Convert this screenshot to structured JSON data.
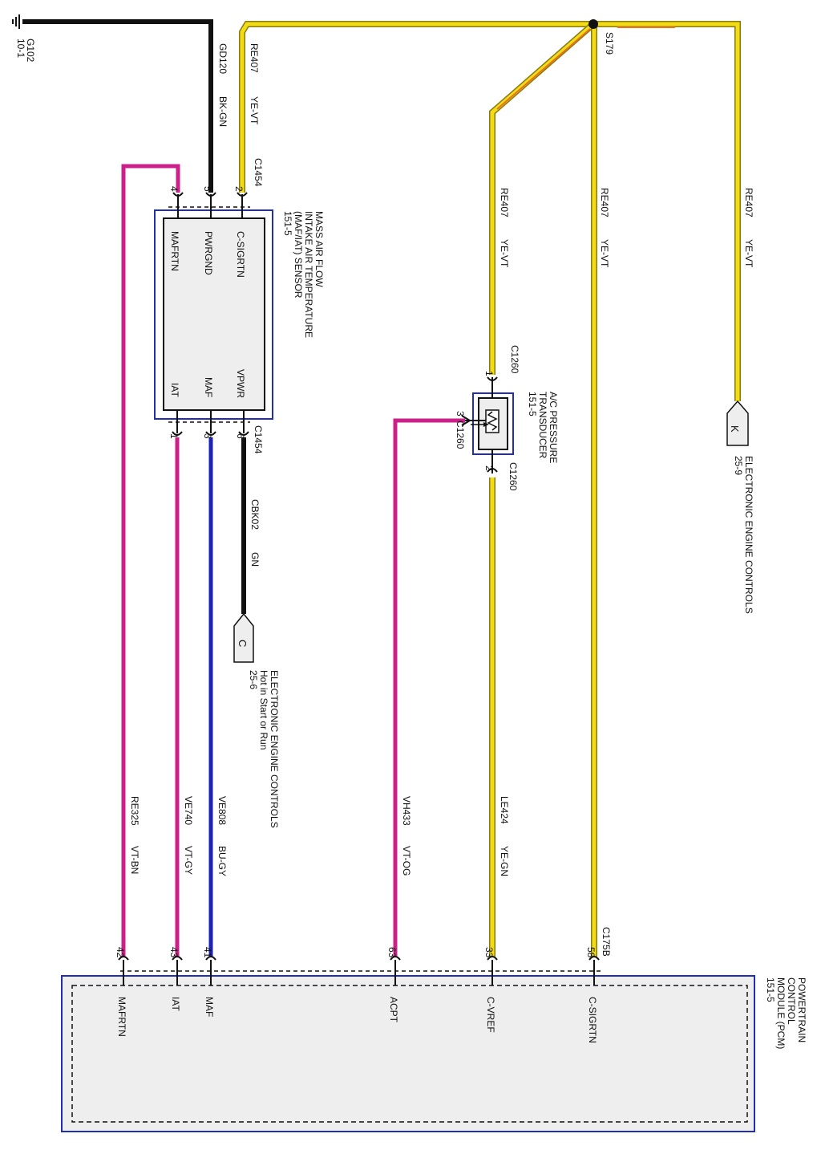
{
  "colors": {
    "black": "#111111",
    "yellow": "#f2dc16",
    "yellow_outline": "#8a7a10",
    "violet": "#cc1f8a",
    "blue": "#1c22b8",
    "orange": "#e8741a",
    "module_fill": "#eeeeee",
    "module_border": "#1f2fb0"
  },
  "ground": {
    "id": "G102",
    "ref": "10-1"
  },
  "splice": {
    "id": "S179"
  },
  "maf_sensor": {
    "title_lines": [
      "MASS AIR FLOW",
      "INTAKE AIR TEMPERATURE",
      "(MAF/IAT) SENSOR",
      "151-5"
    ],
    "connector": "C1454",
    "pins": [
      {
        "num": "2",
        "name": "C-SIGRTN"
      },
      {
        "num": "5",
        "name": "PWRGND"
      },
      {
        "num": "4",
        "name": "MAFRTN"
      },
      {
        "num": "6",
        "name": "VPWR"
      },
      {
        "num": "3",
        "name": "MAF"
      },
      {
        "num": "1",
        "name": "IAT"
      }
    ]
  },
  "ac_transducer": {
    "title_lines": [
      "A/C PRESSURE",
      "TRANSDUCER",
      "151-5"
    ],
    "connector": "C1260",
    "pin1": "1",
    "pin2": "2",
    "pin3": "3"
  },
  "wires": {
    "gd120": {
      "circuit": "GD120",
      "color": "BK-GN"
    },
    "re407": {
      "circuit": "RE407",
      "color": "YE-VT"
    },
    "cbk02": {
      "circuit": "CBK02",
      "color": "GN"
    },
    "re325": {
      "circuit": "RE325",
      "color": "VT-BN"
    },
    "ve740": {
      "circuit": "VE740",
      "color": "VT-GY"
    },
    "ve808": {
      "circuit": "VE808",
      "color": "BU-GY"
    },
    "vh433": {
      "circuit": "VH433",
      "color": "VT-OG"
    },
    "le424": {
      "circuit": "LE424",
      "color": "YE-GN"
    }
  },
  "refs": {
    "k": {
      "letter": "K",
      "lines": [
        "ELECTRONIC ENGINE CONTROLS",
        "25-9"
      ]
    },
    "c": {
      "letter": "C",
      "lines": [
        "ELECTRONIC ENGINE CONTROLS",
        "Hot in Start or Run",
        "25-6"
      ]
    }
  },
  "pcm": {
    "title_lines": [
      "POWERTRAIN",
      "CONTROL",
      "MODULE (PCM)",
      "151-5"
    ],
    "connector": "C175B",
    "pins": [
      {
        "num": "58",
        "name": "C-SIGRTN"
      },
      {
        "num": "33",
        "name": "C-VREF"
      },
      {
        "num": "63",
        "name": "ACPT"
      },
      {
        "num": "41",
        "name": "MAF"
      },
      {
        "num": "43",
        "name": "IAT"
      },
      {
        "num": "42",
        "name": "MAFRTN"
      }
    ]
  }
}
